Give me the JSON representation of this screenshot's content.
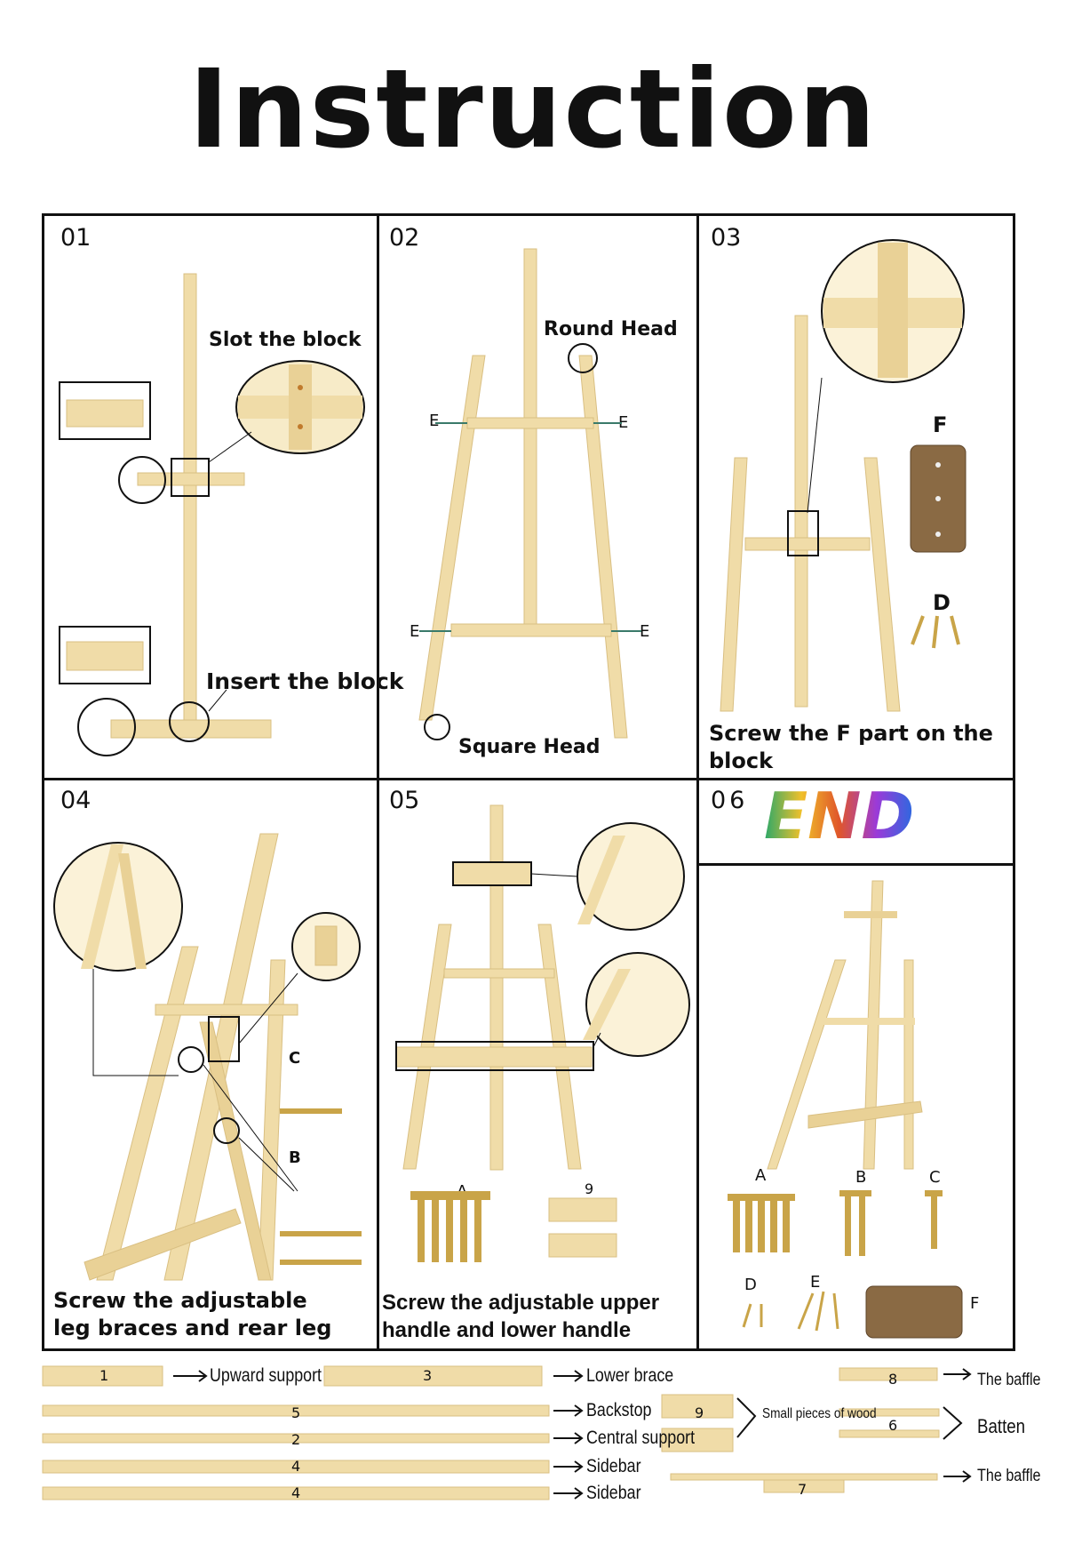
{
  "title": "Instruction",
  "panels": {
    "p01": {
      "num": "01",
      "slot": "Slot the block",
      "insert": "Insert the block"
    },
    "p02": {
      "num": "02",
      "round": "Round Head",
      "square": "Square Head",
      "e": "E"
    },
    "p03": {
      "num": "03",
      "f": "F",
      "d": "D",
      "caption": "Screw the F part on the block"
    },
    "p04": {
      "num": "04",
      "c": "C",
      "b": "B",
      "caption": "Screw the adjustable leg braces and rear leg"
    },
    "p05": {
      "num": "05",
      "a": "A",
      "nine": "9",
      "caption": "Screw the adjustable upper handle and lower handle"
    },
    "p06": {
      "num": "06",
      "end": "END"
    },
    "p07": {
      "a": "A",
      "b": "B",
      "c": "C",
      "d": "D",
      "e": "E",
      "f": "F"
    }
  },
  "parts": [
    {
      "num": "1",
      "label": "Upward support"
    },
    {
      "num": "3",
      "label": "Lower brace"
    },
    {
      "num": "5",
      "label": "Backstop"
    },
    {
      "num": "2",
      "label": "Central support"
    },
    {
      "num": "4",
      "label": "Sidebar"
    },
    {
      "num": "4",
      "label": "Sidebar"
    },
    {
      "num": "9",
      "label": "Small pieces of wood"
    },
    {
      "num": "8",
      "label": "The baffle"
    },
    {
      "num": "6",
      "label": "Batten"
    },
    {
      "num": "7",
      "label": "The baffle"
    }
  ],
  "colors": {
    "wood": "#f0dca8",
    "wood_edge": "#d9bf82",
    "screw": "#c9a448",
    "plate": "#8a6a44"
  }
}
